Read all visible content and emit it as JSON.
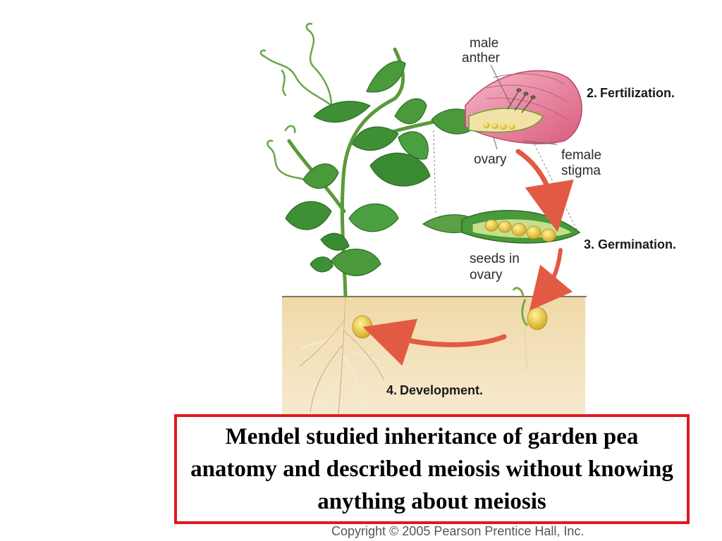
{
  "labels": {
    "male_anther": [
      "male",
      "anther"
    ],
    "ovary": "ovary",
    "female_stigma": [
      "female",
      "stigma"
    ],
    "seeds_in_ovary": [
      "seeds in",
      "ovary"
    ]
  },
  "steps": [
    {
      "num": "2.",
      "label": "Fertilization."
    },
    {
      "num": "3.",
      "label": "Germination."
    },
    {
      "num": "4.",
      "label": "Development."
    }
  ],
  "caption": "Mendel studied inheritance of garden pea anatomy and described meiosis without knowing anything about meiosis",
  "copyright": "Copyright © 2005 Pearson Prentice Hall, Inc.",
  "colors": {
    "caption_border": "#e0191e",
    "leaf": "#3f8f35",
    "soil": "#f2dfb4",
    "petal": "#e98aa4",
    "seed": "#e5c52c",
    "arrow": "#e25a43"
  }
}
